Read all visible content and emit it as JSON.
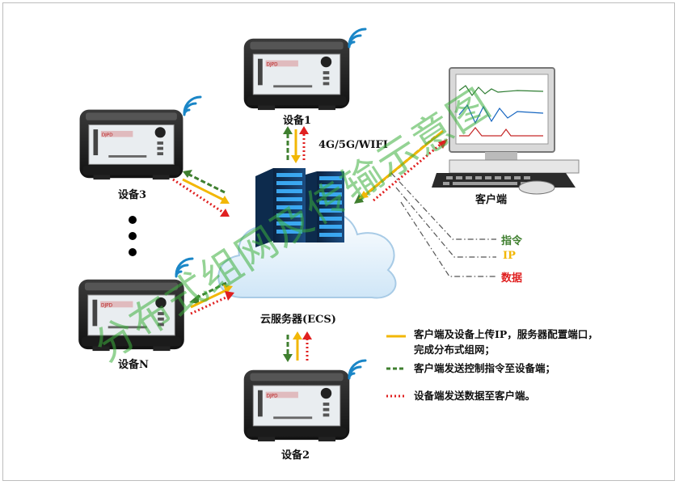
{
  "devices": [
    {
      "label": "设备1"
    },
    {
      "label": "设备2"
    },
    {
      "label": "设备3"
    },
    {
      "label": "设备N"
    }
  ],
  "network_label": "4G/5G/WIFI",
  "server_label": "云服务器(ECS)",
  "client_label": "客户端",
  "annotations": {
    "command": "指令",
    "ip": "IP",
    "data": "数据"
  },
  "legend": [
    {
      "text": "客户端及设备上传IP，服务器配置端口，完成分布式组网；",
      "color": "#f2b705",
      "style": "solid"
    },
    {
      "text": "客户端发送控制指令至设备端；",
      "color": "#3f7f2f",
      "style": "dashed"
    },
    {
      "text": "设备端发送数据至客户端。",
      "color": "#e02020",
      "style": "dotted"
    }
  ],
  "watermark": "分布式组网及传输示意图",
  "colors": {
    "ip": "#f2b705",
    "command": "#3f7f2f",
    "data": "#e02020"
  }
}
